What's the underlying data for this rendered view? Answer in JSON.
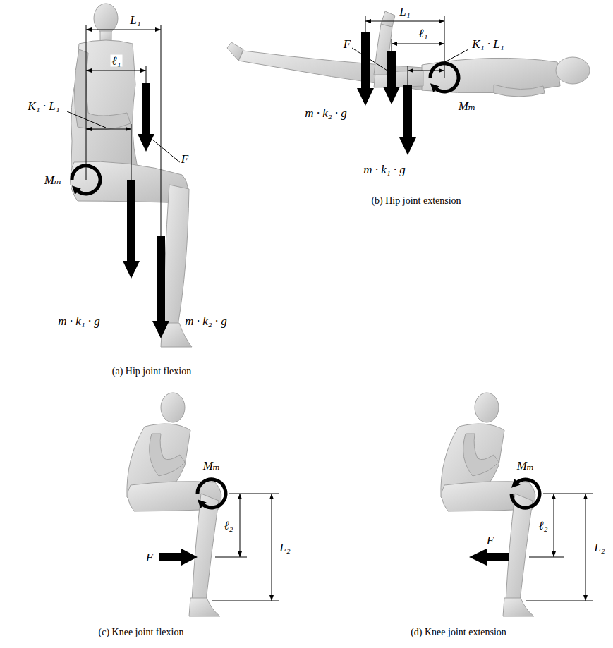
{
  "diagram": {
    "labels": [
      "L₁",
      "ℓ₁",
      "K₁ · L₁",
      "F",
      "Mₘ",
      "m · k₁ · g",
      "m · k₂ · g",
      "(a) Hip joint flexion",
      "L₁",
      "ℓ₁",
      "F",
      "K₁ · L₁",
      "m · k₂ · g",
      "Mₘ",
      "m · k₁ · g",
      "(b) Hip joint extension",
      "Mₘ",
      "ℓ₂",
      "L₂",
      "F",
      "(c) Knee joint flexion",
      "Mₘ",
      "ℓ₂",
      "L₂",
      "F",
      "(d) Knee joint extension"
    ]
  }
}
